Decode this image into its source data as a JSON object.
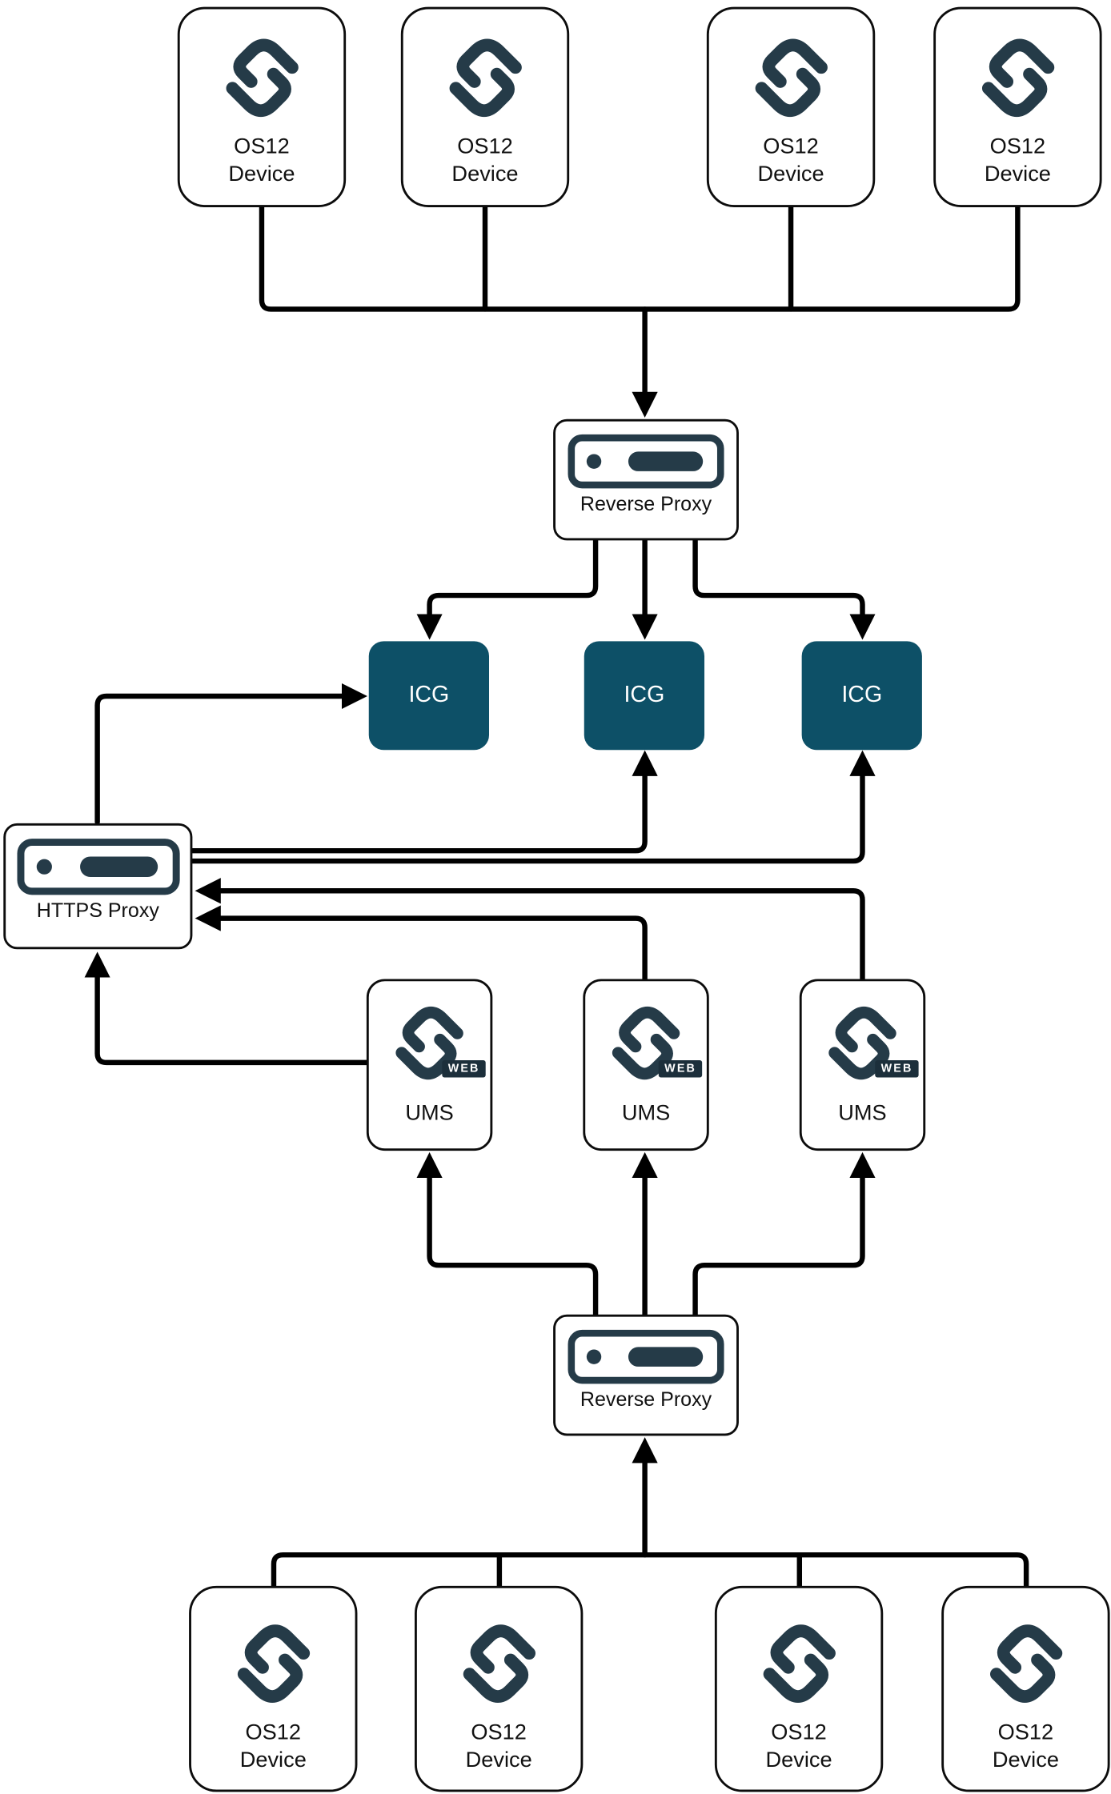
{
  "colors": {
    "icg_fill": "#0D5067",
    "icon_dark": "#253B48",
    "line": "#000000",
    "node_border": "#0C0C0C",
    "background": "#FFFFFF"
  },
  "nodes": {
    "top_devices": [
      {
        "line1": "OS12",
        "line2": "Device"
      },
      {
        "line1": "OS12",
        "line2": "Device"
      },
      {
        "line1": "OS12",
        "line2": "Device"
      },
      {
        "line1": "OS12",
        "line2": "Device"
      }
    ],
    "bottom_devices": [
      {
        "line1": "OS12",
        "line2": "Device"
      },
      {
        "line1": "OS12",
        "line2": "Device"
      },
      {
        "line1": "OS12",
        "line2": "Device"
      },
      {
        "line1": "OS12",
        "line2": "Device"
      }
    ],
    "reverse_proxy_top": {
      "label": "Reverse Proxy"
    },
    "reverse_proxy_bottom": {
      "label": "Reverse Proxy"
    },
    "https_proxy": {
      "label": "HTTPS Proxy"
    },
    "icg": [
      {
        "label": "ICG"
      },
      {
        "label": "ICG"
      },
      {
        "label": "ICG"
      }
    ],
    "ums": [
      {
        "label": "UMS",
        "badge": "WEB"
      },
      {
        "label": "UMS",
        "badge": "WEB"
      },
      {
        "label": "UMS",
        "badge": "WEB"
      }
    ]
  }
}
